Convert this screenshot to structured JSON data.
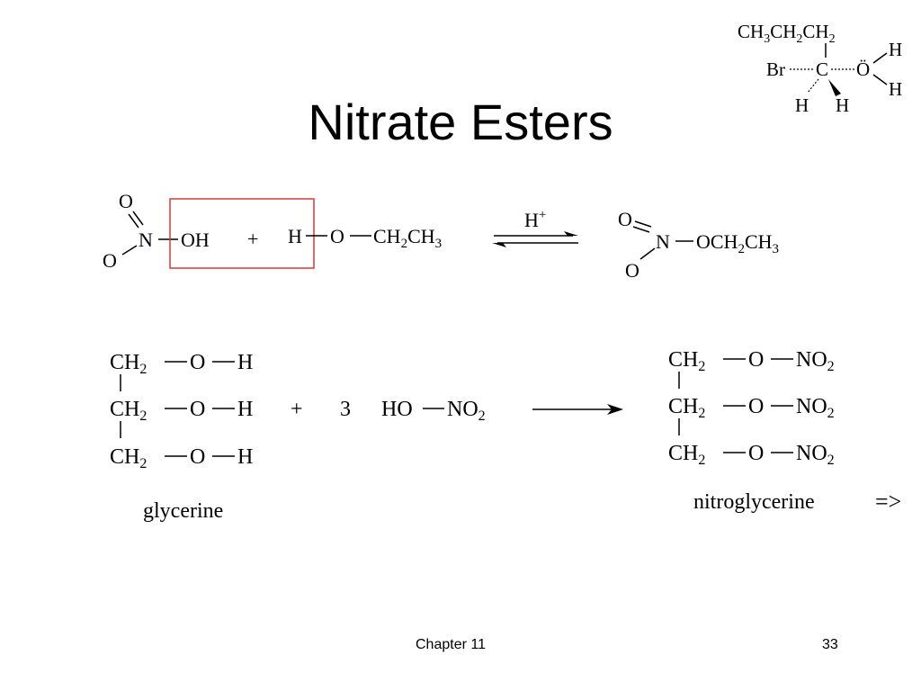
{
  "slide": {
    "title": "Nitrate Esters",
    "footer_chapter": "Chapter 11",
    "footer_page": "33",
    "next_arrow": "=>"
  },
  "colors": {
    "highlight_box": "#d9383a"
  },
  "reaction1": {
    "nitric_acid": {
      "top_o": "O",
      "n": "N",
      "oh": "OH",
      "bottom_o": "O"
    },
    "plus": "+",
    "ethanol": {
      "h": "H",
      "o": "O",
      "ch2ch3": "CH2CH3"
    },
    "catalyst": "H+",
    "product": {
      "top_o": "O",
      "n": "N",
      "och2ch3": "OCH2CH3",
      "bottom_o": "O"
    }
  },
  "reaction2": {
    "glycerine": {
      "rows": [
        {
          "ch2": "CH2",
          "o": "O",
          "h": "H"
        },
        {
          "ch2": "CH2",
          "o": "O",
          "h": "H"
        },
        {
          "ch2": "CH2",
          "o": "O",
          "h": "H"
        }
      ],
      "label": "glycerine"
    },
    "plus": "+",
    "coefficient": "3",
    "nitric_acid": {
      "ho": "HO",
      "no2": "NO2"
    },
    "nitroglycerine": {
      "rows": [
        {
          "ch2": "CH2",
          "o": "O",
          "no2": "NO2"
        },
        {
          "ch2": "CH2",
          "o": "O",
          "no2": "NO2"
        },
        {
          "ch2": "CH2",
          "o": "O",
          "no2": "NO2"
        }
      ],
      "label": "nitroglycerine"
    }
  },
  "corner_structure": {
    "chain": "CH3CH2CH2",
    "br": "Br",
    "c": "C",
    "o": "Ö",
    "h_top_right": "H",
    "h_bottom_right": "H",
    "h_bottom_left": "H",
    "h_bottom_mid": "H"
  }
}
